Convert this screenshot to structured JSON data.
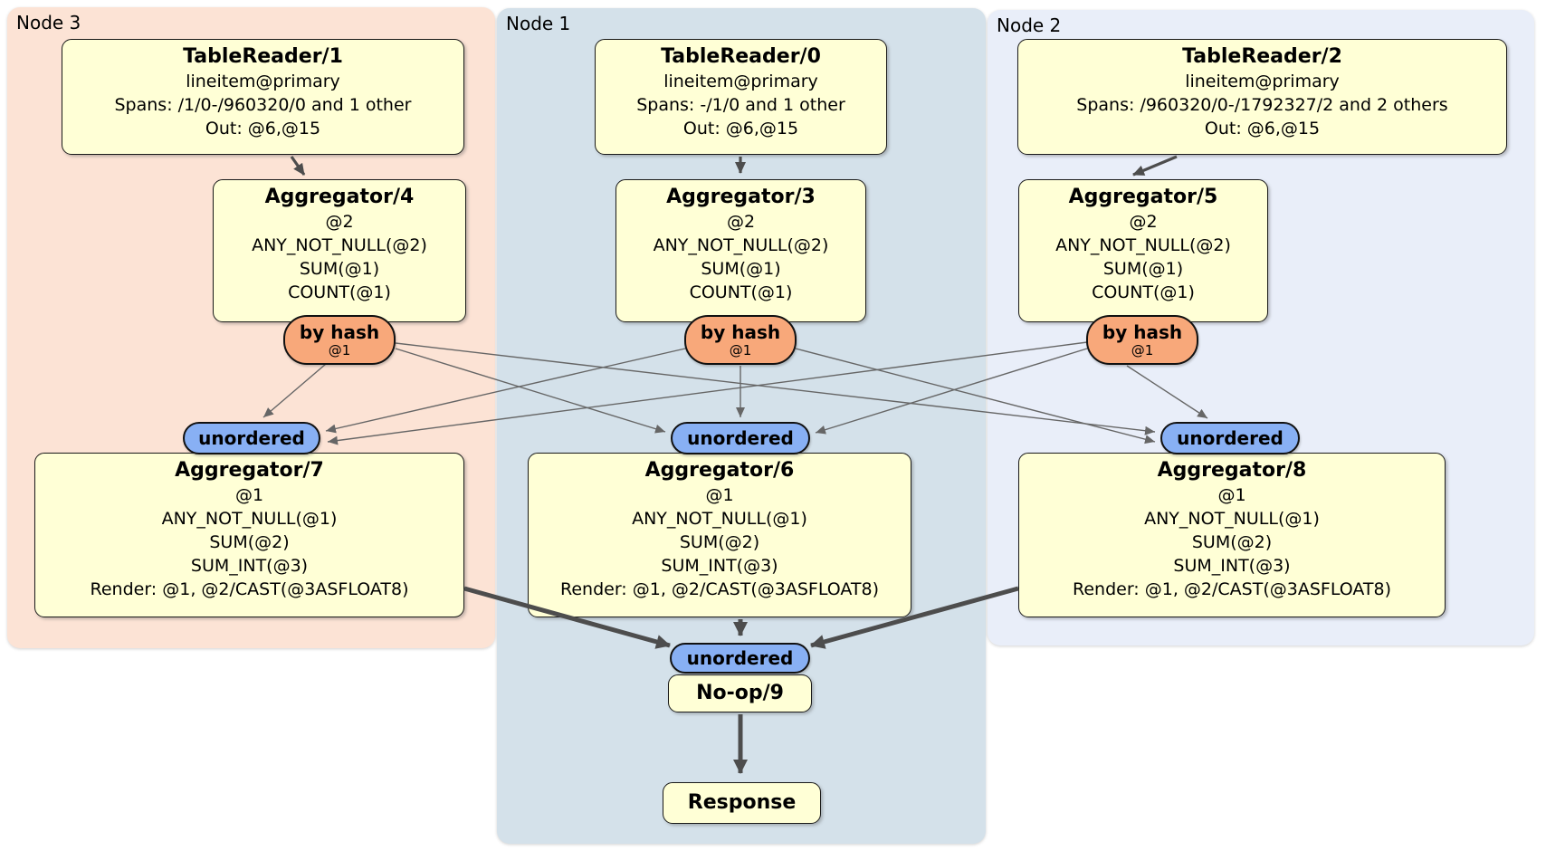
{
  "regions": [
    {
      "id": "node3",
      "label": "Node 3",
      "color": "#fce3d5"
    },
    {
      "id": "node1",
      "label": "Node 1",
      "color": "#d4e1ea"
    },
    {
      "id": "node2",
      "label": "Node 2",
      "color": "#e9eef9"
    }
  ],
  "processors": {
    "tr1": {
      "title": "TableReader/1",
      "lines": [
        "lineitem@primary",
        "Spans: /1/0-/960320/0 and 1 other",
        "Out: @6,@15"
      ]
    },
    "tr0": {
      "title": "TableReader/0",
      "lines": [
        "lineitem@primary",
        "Spans: -/1/0 and 1 other",
        "Out: @6,@15"
      ]
    },
    "tr2": {
      "title": "TableReader/2",
      "lines": [
        "lineitem@primary",
        "Spans: /960320/0-/1792327/2 and 2 others",
        "Out: @6,@15"
      ]
    },
    "agg4": {
      "title": "Aggregator/4",
      "lines": [
        "@2",
        "ANY_NOT_NULL(@2)",
        "SUM(@1)",
        "COUNT(@1)"
      ]
    },
    "agg3": {
      "title": "Aggregator/3",
      "lines": [
        "@2",
        "ANY_NOT_NULL(@2)",
        "SUM(@1)",
        "COUNT(@1)"
      ]
    },
    "agg5": {
      "title": "Aggregator/5",
      "lines": [
        "@2",
        "ANY_NOT_NULL(@2)",
        "SUM(@1)",
        "COUNT(@1)"
      ]
    },
    "agg7": {
      "title": "Aggregator/7",
      "lines": [
        "@1",
        "ANY_NOT_NULL(@1)",
        "SUM(@2)",
        "SUM_INT(@3)",
        "Render: @1, @2/CAST(@3ASFLOAT8)"
      ]
    },
    "agg6": {
      "title": "Aggregator/6",
      "lines": [
        "@1",
        "ANY_NOT_NULL(@1)",
        "SUM(@2)",
        "SUM_INT(@3)",
        "Render: @1, @2/CAST(@3ASFLOAT8)"
      ]
    },
    "agg8": {
      "title": "Aggregator/8",
      "lines": [
        "@1",
        "ANY_NOT_NULL(@1)",
        "SUM(@2)",
        "SUM_INT(@3)",
        "Render: @1, @2/CAST(@3ASFLOAT8)"
      ]
    },
    "noop": {
      "title": "No-op/9"
    },
    "response": {
      "title": "Response"
    }
  },
  "routers": {
    "hash_label": "by hash",
    "hash_detail": "@1",
    "sync_label": "unordered"
  },
  "colors": {
    "node3_bg": "#fce3d5",
    "node1_bg": "#d4e1ea",
    "node2_bg": "#e9eef9",
    "processor_fill": "#ffffd6",
    "router_fill": "#f8a87a",
    "sync_fill": "#88b0f4",
    "edge_thin": "#666666",
    "edge_thick": "#4d4d4d"
  }
}
